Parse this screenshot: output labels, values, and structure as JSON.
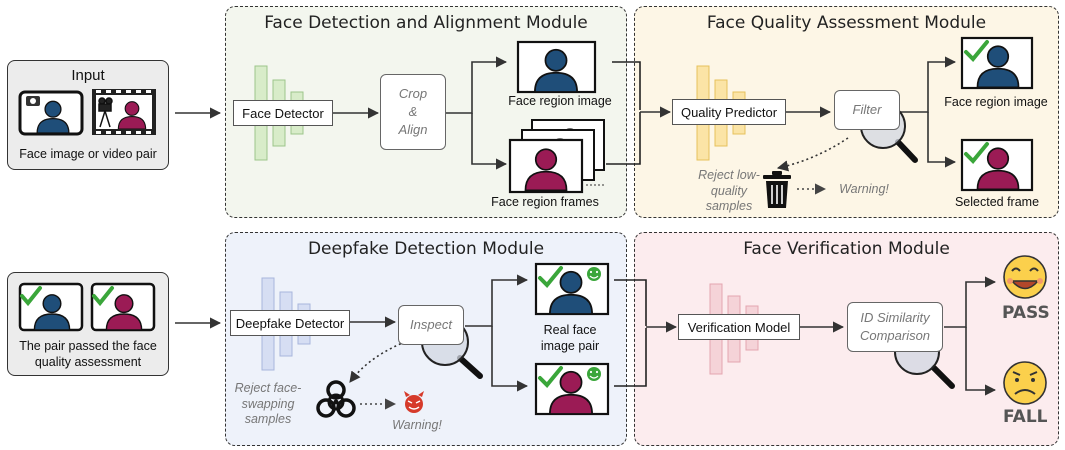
{
  "input": {
    "title": "Input",
    "caption": "Face image or video pair"
  },
  "passed": {
    "caption_line1": "The pair passed the face",
    "caption_line2": "quality assessment"
  },
  "detection_module": {
    "title": "Face Detection and Alignment Module",
    "detector_label": "Face Detector",
    "crop_line1": "Crop",
    "crop_line2": "&",
    "crop_line3": "Align",
    "region_image_label": "Face region image",
    "region_frames_label": "Face region frames"
  },
  "quality_module": {
    "title": "Face Quality Assessment Module",
    "predictor_label": "Quality Predictor",
    "filter_label": "Filter",
    "reject_line1": "Reject low-",
    "reject_line2": "quality samples",
    "warning": "Warning!",
    "region_image_label": "Face region image",
    "selected_label": "Selected frame"
  },
  "deepfake_module": {
    "title": "Deepfake Detection Module",
    "detector_label": "Deepfake Detector",
    "inspect_label": "Inspect",
    "real_line1": "Real face",
    "real_line2": "image pair",
    "reject_line1": "Reject face-",
    "reject_line2": "swapping",
    "reject_line3": "samples",
    "warning": "Warning!"
  },
  "verification_module": {
    "title": "Face Verification Module",
    "model_label": "Verification Model",
    "sim_line1": "ID Similarity",
    "sim_line2": "Comparison",
    "pass": "PASS",
    "fail": "FALL"
  },
  "colors": {
    "blue_person": "#1f4e79",
    "maroon_person": "#9b1b55",
    "check_green": "#3aa63a",
    "module_yellow_bg": "#fdf6e6",
    "module_green_bg": "#f3f6ee",
    "module_blue_bg": "#eef2fa",
    "module_pink_bg": "#fcecee"
  }
}
